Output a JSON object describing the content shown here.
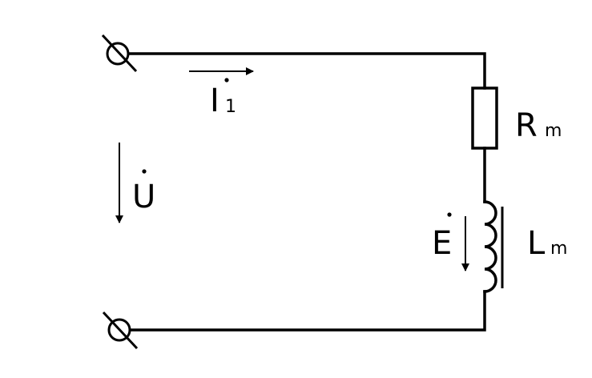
{
  "labels": {
    "current": {
      "symbol": "I",
      "subscript": "1"
    },
    "voltage": {
      "symbol": "U"
    },
    "emf": {
      "symbol": "E"
    },
    "resistor": {
      "symbol": "R",
      "subscript": "m"
    },
    "inductor": {
      "symbol": "L",
      "subscript": "m"
    }
  },
  "colors": {
    "line": "#000000",
    "background": "#ffffff"
  }
}
